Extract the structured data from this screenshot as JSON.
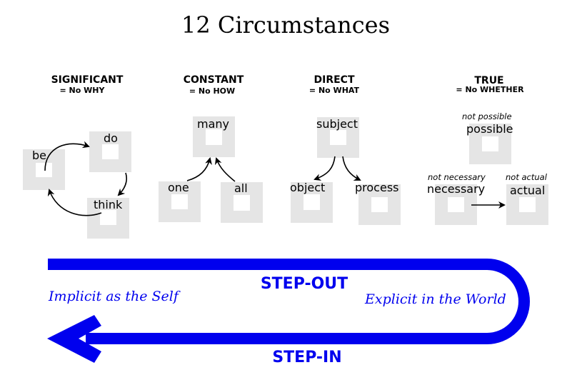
{
  "title": "12 Circumstances",
  "columns": [
    {
      "heading": "SIGNIFICANT",
      "subheading": "= No WHY",
      "items": [
        "be",
        "do",
        "think"
      ]
    },
    {
      "heading": "CONSTANT",
      "subheading": "= No HOW",
      "items": [
        "many",
        "one",
        "all"
      ]
    },
    {
      "heading": "DIRECT",
      "subheading": "= No WHAT",
      "items": [
        "subject",
        "object",
        "process"
      ]
    },
    {
      "heading": "TRUE",
      "subheading": "= No WHETHER",
      "items": [
        "possible",
        "necessary",
        "actual"
      ],
      "notes": [
        "not possible",
        "not necessary",
        "not actual"
      ]
    }
  ],
  "loop": {
    "step_out": "STEP-OUT",
    "step_in": "STEP-IN",
    "left_caption": "Implicit as the Self",
    "right_caption": "Explicit in the World",
    "color": "#0000ee"
  }
}
